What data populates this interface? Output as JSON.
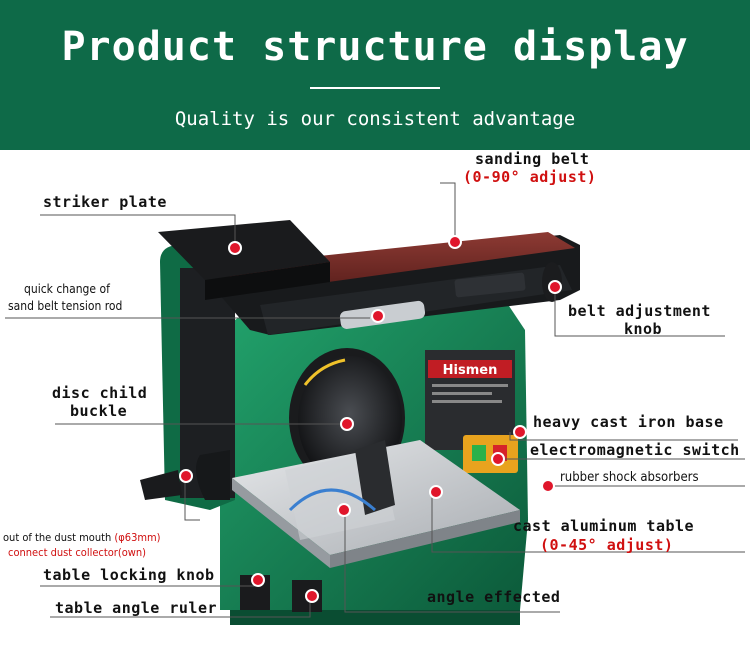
{
  "header": {
    "title": "Product structure display",
    "subtitle": "Quality is our consistent advantage"
  },
  "product": {
    "brand": "Hismen"
  },
  "labels": {
    "sanding_belt": "sanding belt",
    "sanding_belt_adjust": "(0-90° adjust)",
    "striker_plate": "striker plate",
    "quick_change_line1": "quick change of",
    "quick_change_line2": "sand belt tension rod",
    "belt_knob_line1": "belt adjustment",
    "belt_knob_line2": "knob",
    "disc_buckle_line1": "disc child",
    "disc_buckle_line2": "buckle",
    "cast_iron_base": "heavy cast iron base",
    "electromagnetic_switch": "electromagnetic switch",
    "rubber_shock": "rubber shock absorbers",
    "dust_mouth_line1": "out of the dust mouth",
    "dust_mouth_size": "(φ63mm)",
    "dust_mouth_line2": "connect dust collector(own)",
    "cast_aluminum_table": "cast aluminum table",
    "cast_aluminum_adjust": "(0-45° adjust)",
    "table_locking_knob": "table locking knob",
    "table_angle_ruler": "table angle ruler",
    "angle_effected": "angle effected"
  },
  "colors": {
    "header_bg": "#0e6a48",
    "machine_green": "#1a8a5c",
    "belt": "#7a2e2a",
    "marker": "#e0162b",
    "accent_red": "#d01010"
  }
}
